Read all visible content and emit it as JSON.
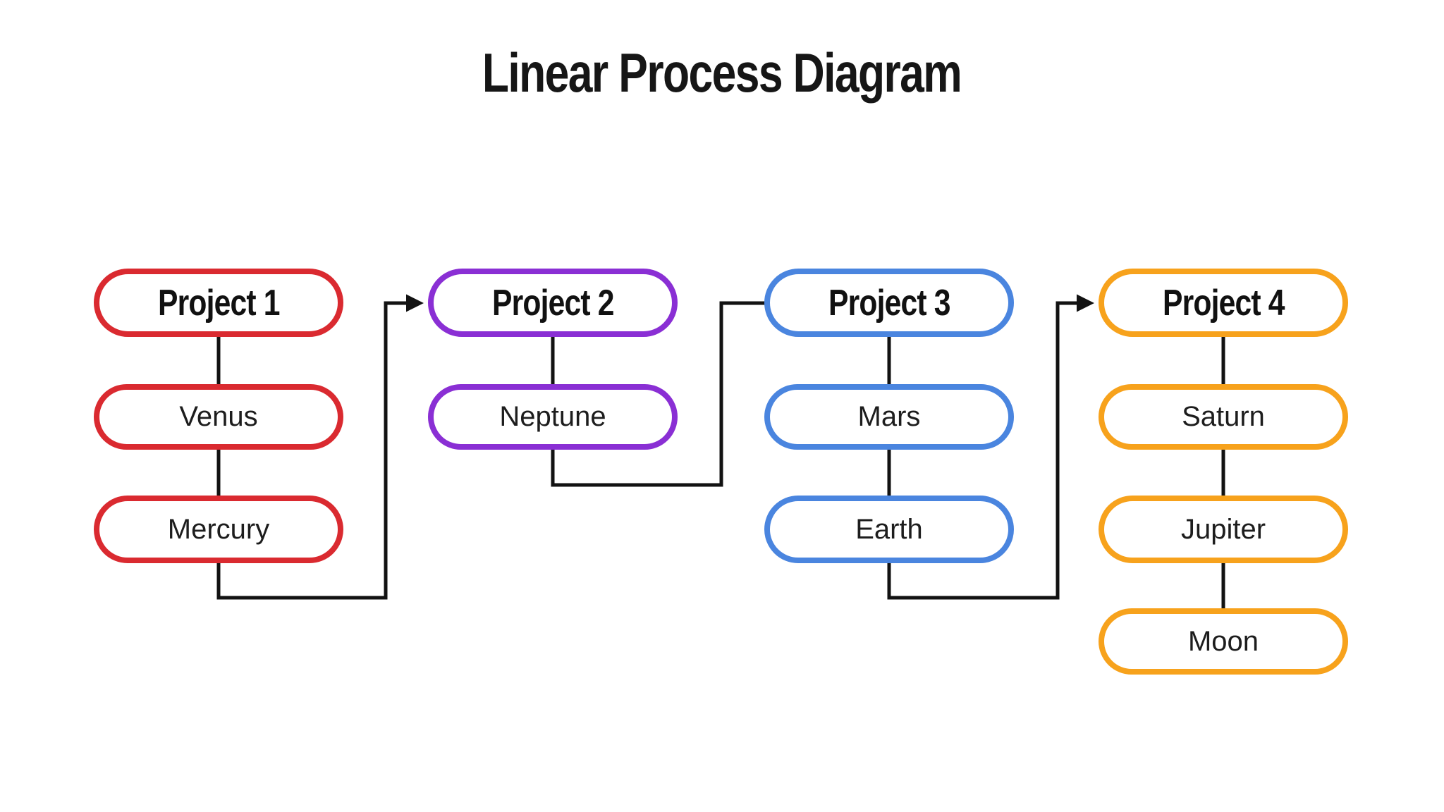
{
  "title": "Linear Process Diagram",
  "columns": [
    {
      "header": "Project 1",
      "color": "#DA2A30",
      "items": [
        "Venus",
        "Mercury"
      ]
    },
    {
      "header": "Project 2",
      "color": "#8A2FD4",
      "items": [
        "Neptune"
      ]
    },
    {
      "header": "Project 3",
      "color": "#4A85DF",
      "items": [
        "Mars",
        "Earth"
      ]
    },
    {
      "header": "Project 4",
      "color": "#F7A21C",
      "items": [
        "Saturn",
        "Jupiter",
        "Moon"
      ]
    }
  ],
  "edges": [
    {
      "from": "Mercury",
      "to": "Project 2",
      "arrowhead": true
    },
    {
      "from": "Neptune",
      "to": "Project 3",
      "arrowhead": false
    },
    {
      "from": "Earth",
      "to": "Project 4",
      "arrowhead": true
    }
  ],
  "connector_color": "#121212",
  "background_color": "#FFFFFF",
  "text_color": "#1D1D1D"
}
